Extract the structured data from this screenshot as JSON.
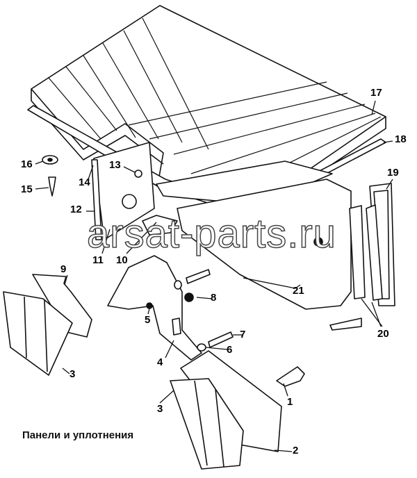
{
  "diagram": {
    "caption": "Панели и уплотнения",
    "watermark": "arsat-parts.ru",
    "labels": [
      "1",
      "2",
      "3",
      "3",
      "4",
      "5",
      "6",
      "7",
      "8",
      "9",
      "10",
      "11",
      "12",
      "13",
      "14",
      "15",
      "16",
      "17",
      "18",
      "19",
      "20",
      "21"
    ]
  }
}
